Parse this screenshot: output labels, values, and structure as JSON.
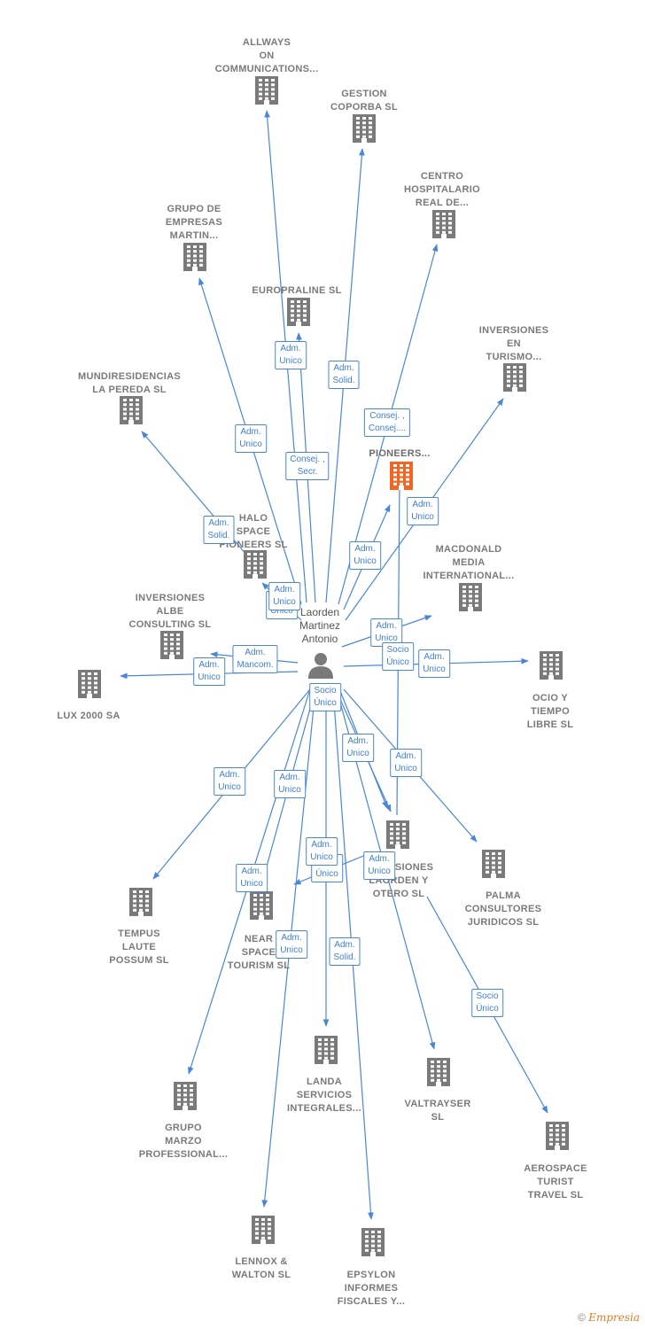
{
  "colors": {
    "edge": "#4a86d8",
    "building": "#7a7a7a",
    "highlight": "#f26522",
    "person": "#7a7a7a"
  },
  "person": {
    "label_lines": [
      "Laorden",
      "Martinez",
      "Antonio"
    ]
  },
  "nodes": [
    {
      "id": "allways",
      "lines": [
        "ALLWAYS",
        "ON",
        "COMMUNICATIONS..."
      ]
    },
    {
      "id": "gestion",
      "lines": [
        "GESTION",
        "COPORBA  SL"
      ]
    },
    {
      "id": "centro",
      "lines": [
        "CENTRO",
        "HOSPITALARIO",
        "REAL DE..."
      ]
    },
    {
      "id": "grupo_martin",
      "lines": [
        "GRUPO DE",
        "EMPRESAS",
        "MARTIN..."
      ]
    },
    {
      "id": "europraline",
      "lines": [
        "EUROPRALINE SL"
      ]
    },
    {
      "id": "inv_turismo",
      "lines": [
        "INVERSIONES",
        "EN",
        "TURISMO..."
      ]
    },
    {
      "id": "mundiresidencias",
      "lines": [
        "MUNDIRESIDENCIAS",
        "LA PEREDA  SL"
      ]
    },
    {
      "id": "pioneers",
      "lines": [
        "PIONEERS..."
      ],
      "highlight": true
    },
    {
      "id": "halo",
      "lines": [
        "HALO",
        "SPACE",
        "PIONEERS  SL"
      ]
    },
    {
      "id": "macdonald",
      "lines": [
        "MACDONALD",
        "MEDIA",
        "INTERNATIONAL..."
      ]
    },
    {
      "id": "albe",
      "lines": [
        "INVERSIONES",
        "ALBE",
        "CONSULTING SL"
      ]
    },
    {
      "id": "lux",
      "lines": [
        "LUX 2000 SA"
      ]
    },
    {
      "id": "ocio",
      "lines": [
        "OCIO Y",
        "TIEMPO",
        "LIBRE SL"
      ]
    },
    {
      "id": "inv_laorden",
      "lines": [
        "INVERSIONES",
        "LAORDEN Y",
        "OTERO  SL"
      ]
    },
    {
      "id": "palma",
      "lines": [
        "PALMA",
        "CONSULTORES",
        "JURIDICOS SL"
      ]
    },
    {
      "id": "tempus",
      "lines": [
        "TEMPUS",
        "LAUTE",
        "POSSUM SL"
      ]
    },
    {
      "id": "near",
      "lines": [
        "NEAR",
        "SPACE",
        "TOURISM  SL"
      ]
    },
    {
      "id": "landa",
      "lines": [
        "LANDA",
        "SERVICIOS",
        "INTEGRALES..."
      ]
    },
    {
      "id": "valtrayser",
      "lines": [
        "VALTRAYSER",
        "SL"
      ]
    },
    {
      "id": "grupo_marzo",
      "lines": [
        "GRUPO",
        "MARZO",
        "PROFESSIONAL..."
      ]
    },
    {
      "id": "aerospace",
      "lines": [
        "AEROSPACE",
        "TURIST",
        "TRAVEL  SL"
      ]
    },
    {
      "id": "lennox",
      "lines": [
        "LENNOX &",
        "WALTON SL"
      ]
    },
    {
      "id": "epsylon",
      "lines": [
        "EPSYLON",
        "INFORMES",
        "FISCALES Y..."
      ]
    }
  ],
  "relations": [
    {
      "id": "r_allways",
      "lines": [
        "Adm.",
        "Unico"
      ]
    },
    {
      "id": "r_gestion",
      "lines": [
        "Adm.",
        "Solid."
      ]
    },
    {
      "id": "r_centro",
      "lines": [
        "Consej. ,",
        "Consej...."
      ]
    },
    {
      "id": "r_europraline",
      "lines": [
        "Consej. ,",
        "Secr."
      ]
    },
    {
      "id": "r_grupo_martin",
      "lines": [
        "Adm.",
        "Unico"
      ]
    },
    {
      "id": "r_mundi",
      "lines": [
        "Adm.",
        "Solid."
      ]
    },
    {
      "id": "r_pioneers",
      "lines": [
        "Adm.",
        "Unico"
      ]
    },
    {
      "id": "r_turismo",
      "lines": [
        "Adm.",
        "Unico"
      ]
    },
    {
      "id": "r_halo",
      "lines": [
        "Adm.",
        "Unico"
      ]
    },
    {
      "id": "r_mac",
      "lines": [
        "Adm.",
        "Unico"
      ]
    },
    {
      "id": "r_albe",
      "lines": [
        "Adm.",
        "Mancom."
      ]
    },
    {
      "id": "r_lux",
      "lines": [
        "Adm.",
        "Unico"
      ]
    },
    {
      "id": "r_socio1",
      "lines": [
        "Socio",
        "Único"
      ]
    },
    {
      "id": "r_ocio",
      "lines": [
        "Adm.",
        "Unico"
      ]
    },
    {
      "id": "r_socio_center",
      "lines": [
        "Socio",
        "Único"
      ]
    },
    {
      "id": "r_laorden",
      "lines": [
        "Adm.",
        "Unico"
      ]
    },
    {
      "id": "r_palma",
      "lines": [
        "Adm.",
        "Unico"
      ]
    },
    {
      "id": "r_tempus",
      "lines": [
        "Adm.",
        "Unico"
      ]
    },
    {
      "id": "r_grupo_marzo",
      "lines": [
        "Adm.",
        "Unico"
      ]
    },
    {
      "id": "r_near_adm",
      "lines": [
        "Adm.",
        "Unico"
      ]
    },
    {
      "id": "r_socio_near",
      "lines": [
        "Socio",
        "Único"
      ]
    },
    {
      "id": "r_adm_hidden",
      "lines": [
        "Adm.",
        "Unico"
      ]
    },
    {
      "id": "r_valtrayser",
      "lines": [
        "Adm.",
        "Unico"
      ]
    },
    {
      "id": "r_lennox",
      "lines": [
        "Adm.",
        "Unico"
      ]
    },
    {
      "id": "r_epsylon",
      "lines": [
        "Adm.",
        "Solid."
      ]
    },
    {
      "id": "r_aerospace",
      "lines": [
        "Socio",
        "Único"
      ]
    },
    {
      "id": "r_near2",
      "lines": [
        "Adm.",
        "Unico"
      ]
    }
  ],
  "footer": {
    "copyright": "©",
    "brand": "Empresia"
  }
}
